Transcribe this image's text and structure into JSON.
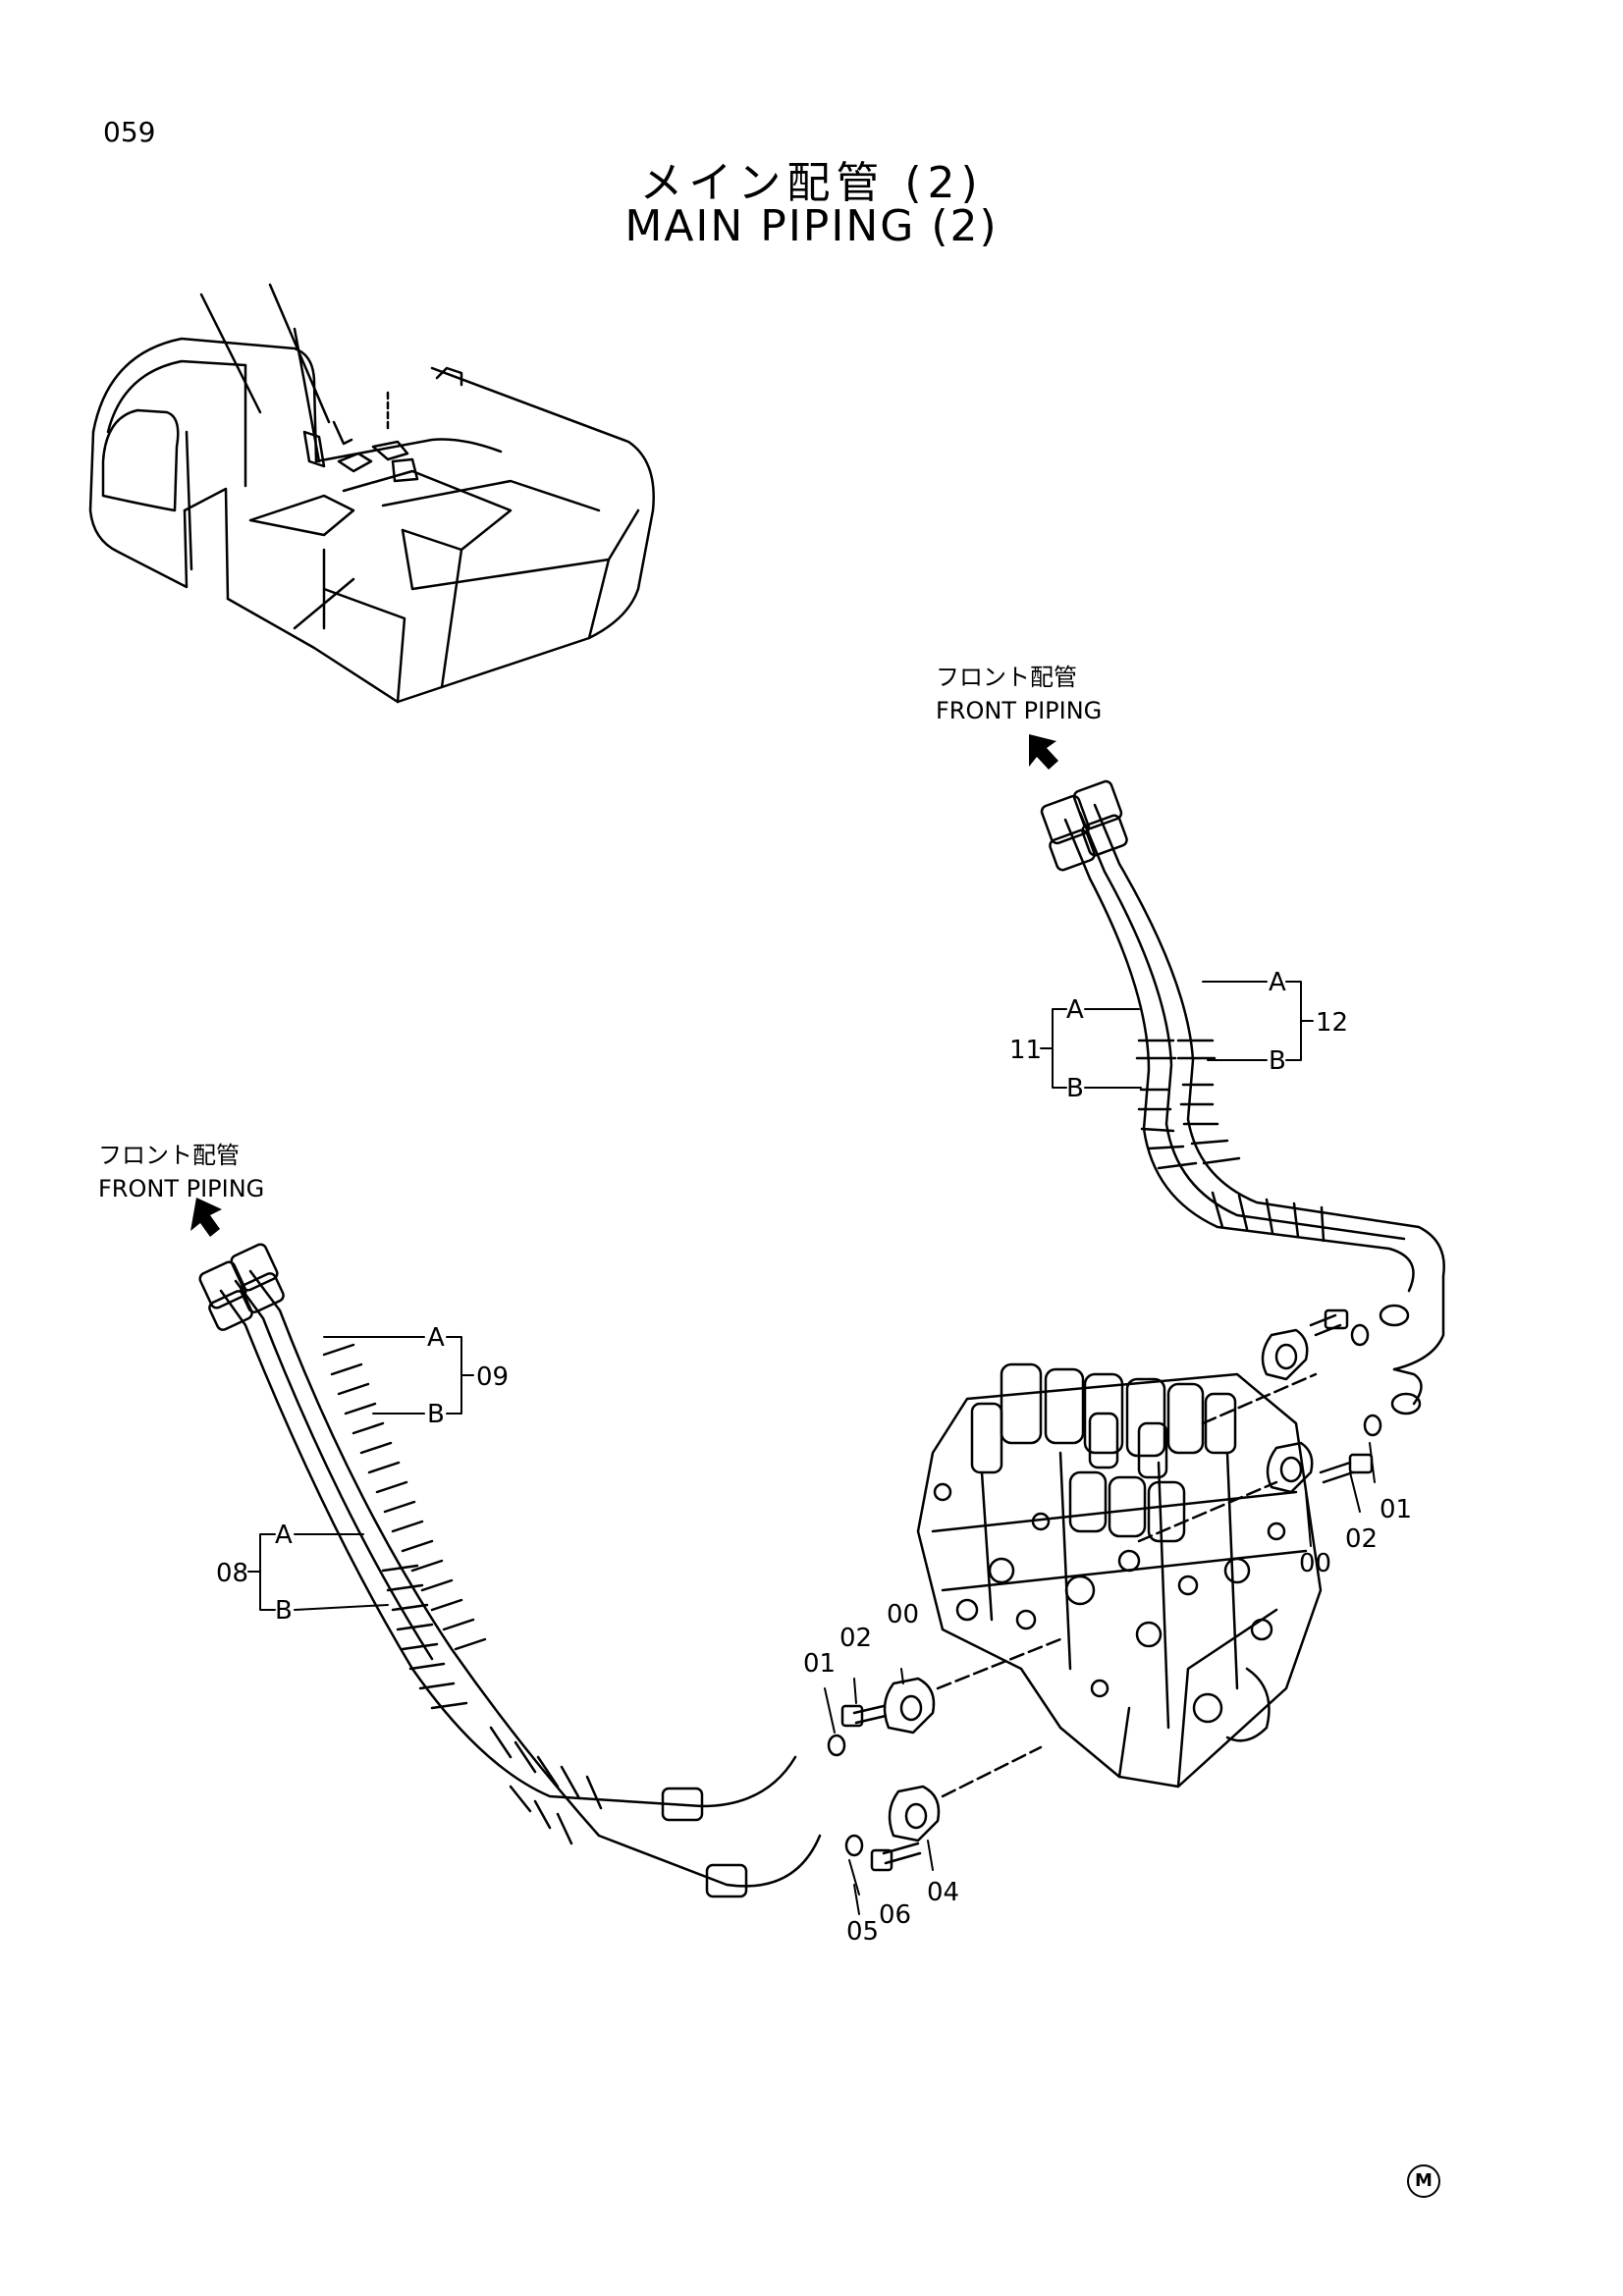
{
  "page": {
    "number": "059"
  },
  "title": {
    "japanese": "メイン配管 (2)",
    "english": "MAIN PIPING (2)"
  },
  "callouts": {
    "front_piping_upper": {
      "japanese": "フロント配管",
      "english": "FRONT PIPING"
    },
    "front_piping_left": {
      "japanese": "フロント配管",
      "english": "FRONT PIPING"
    }
  },
  "part_labels": {
    "hose_11": "11",
    "hose_11_a": "A",
    "hose_11_b": "B",
    "hose_12": "12",
    "hose_12_a": "A",
    "hose_12_b": "B",
    "hose_09": "09",
    "hose_09_a": "A",
    "hose_09_b": "B",
    "hose_08": "08",
    "hose_08_a": "A",
    "hose_08_b": "B",
    "oring_01_right": "01",
    "bolt_02_right": "02",
    "flange_00_right": "00",
    "oring_01_left": "01",
    "bolt_02_left": "02",
    "flange_00_left": "00",
    "flange_04": "04",
    "oring_05": "05",
    "bolt_06": "06"
  },
  "corner_mark": "M"
}
